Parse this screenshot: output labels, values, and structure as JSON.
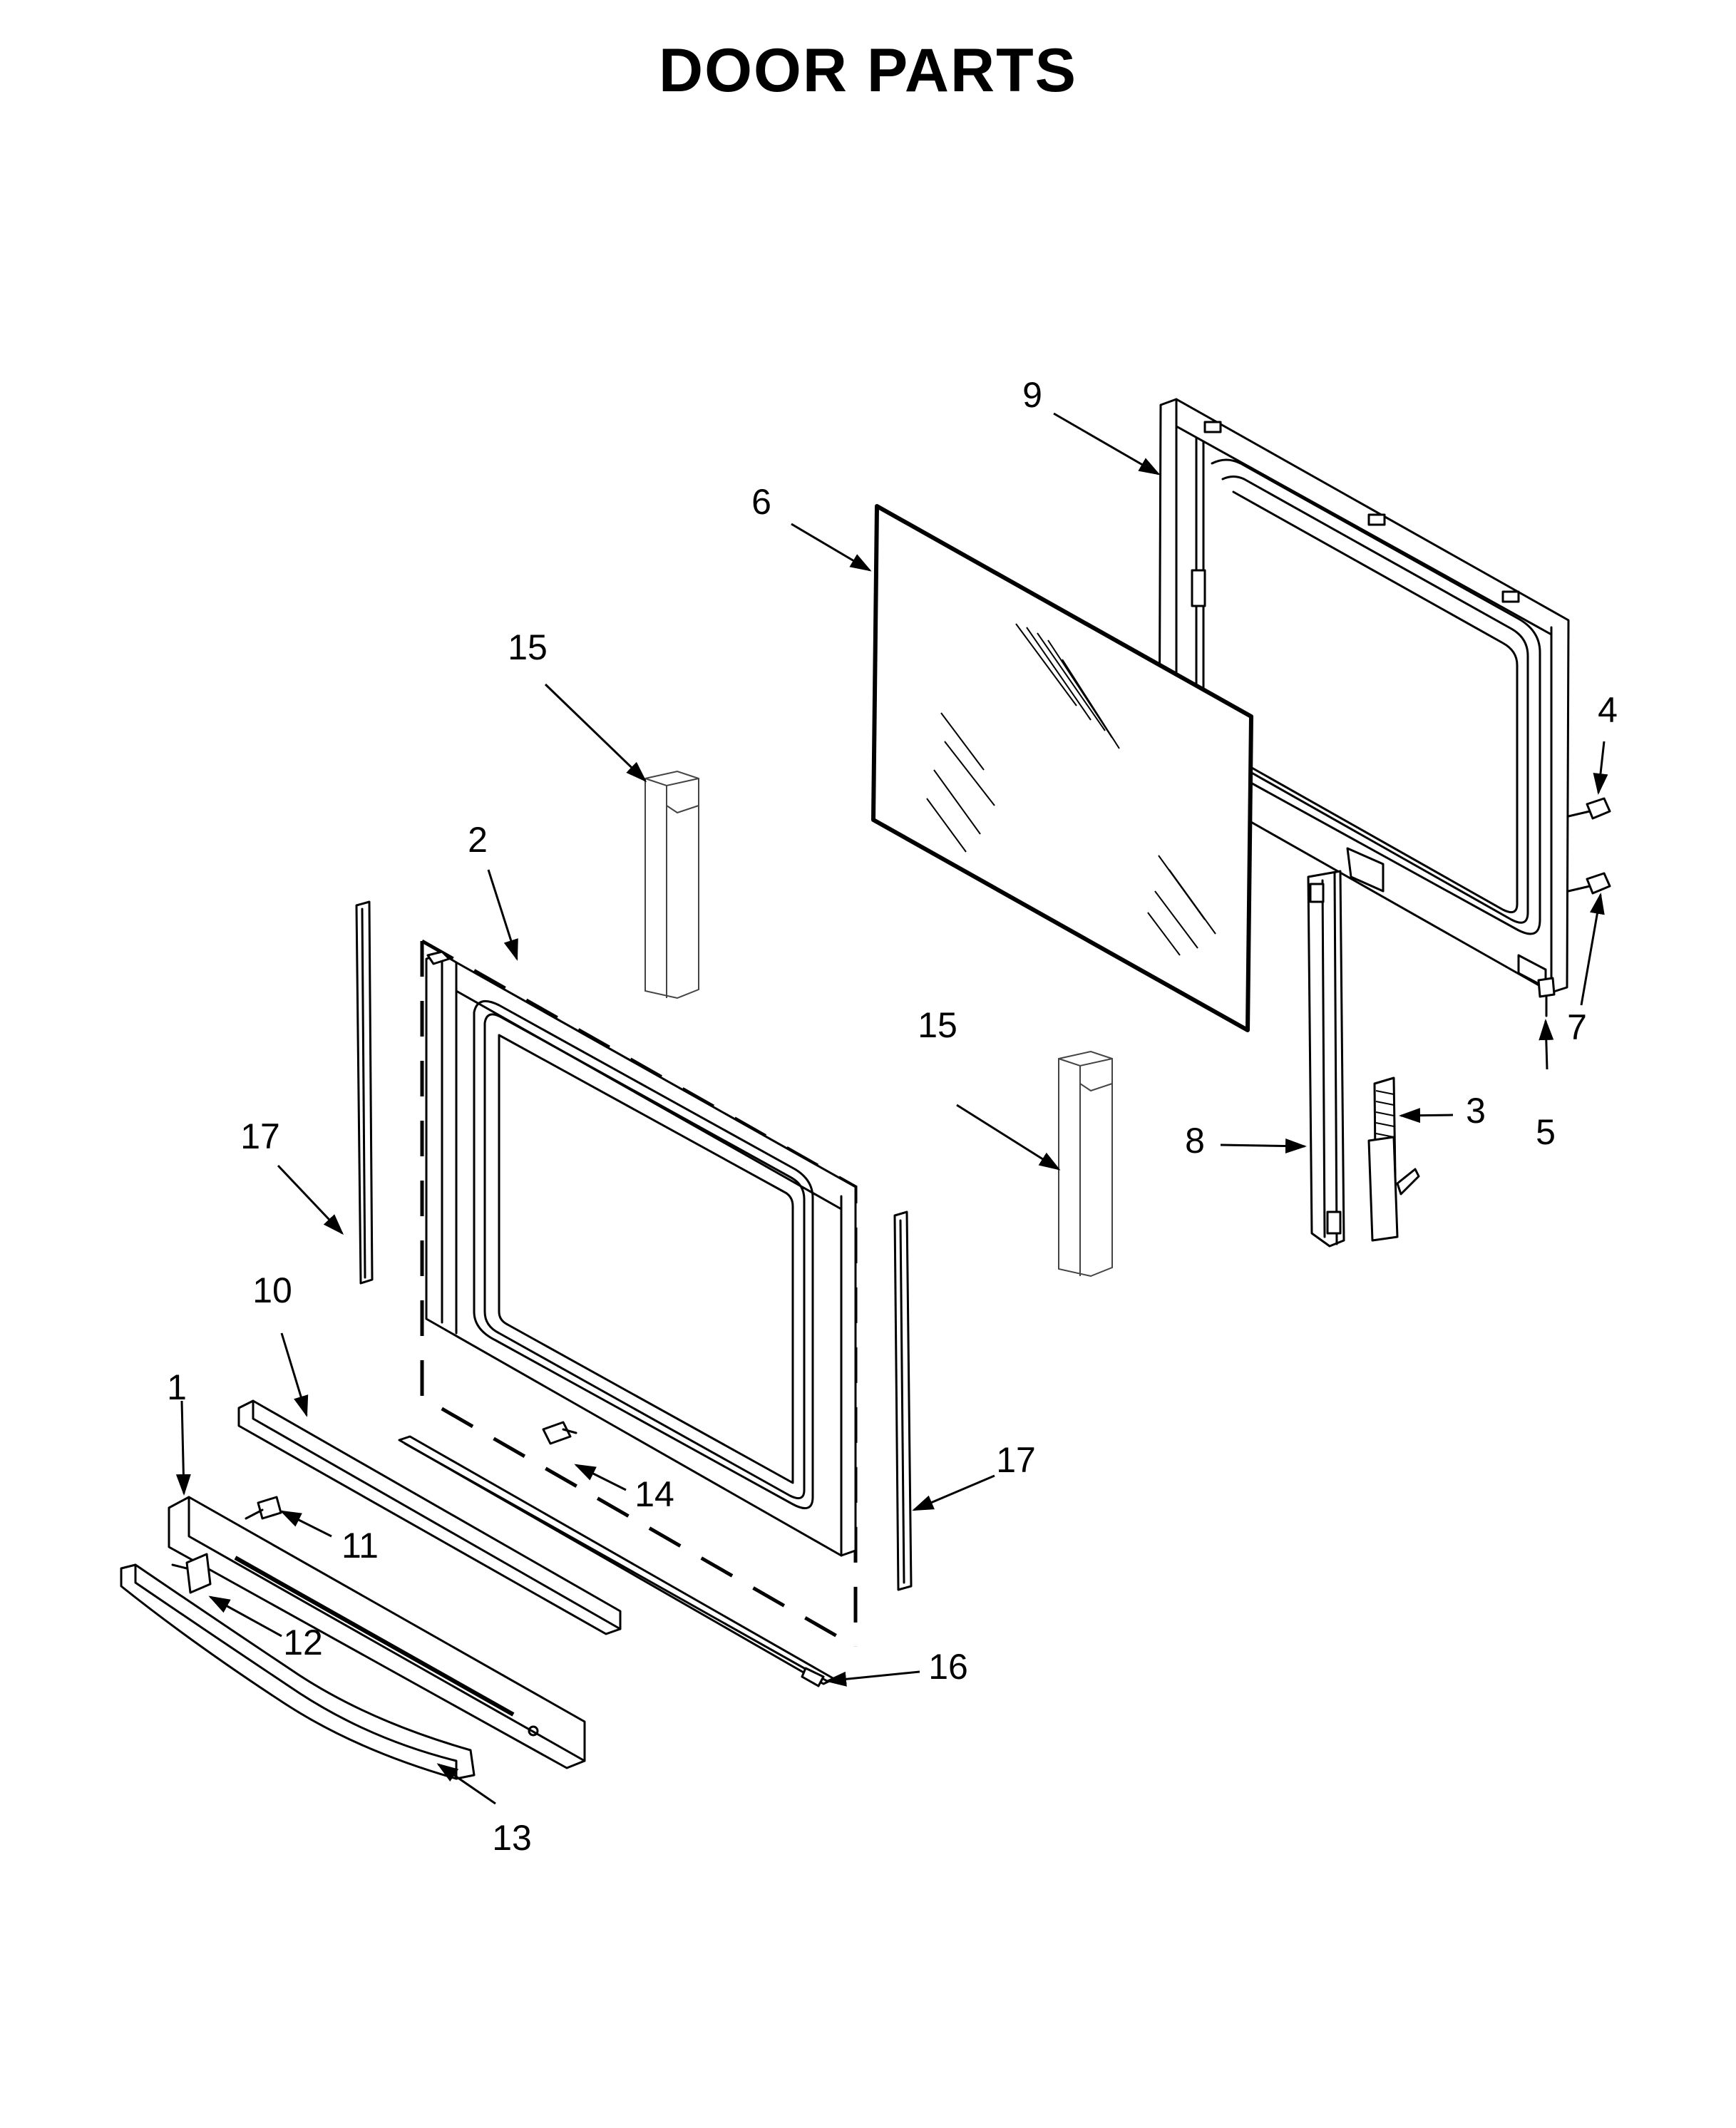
{
  "title": "DOOR PARTS",
  "callouts": [
    {
      "id": "c1",
      "label": "1"
    },
    {
      "id": "c2",
      "label": "2"
    },
    {
      "id": "c3",
      "label": "3"
    },
    {
      "id": "c4",
      "label": "4"
    },
    {
      "id": "c5",
      "label": "5"
    },
    {
      "id": "c6",
      "label": "6"
    },
    {
      "id": "c7",
      "label": "7"
    },
    {
      "id": "c8",
      "label": "8"
    },
    {
      "id": "c9",
      "label": "9"
    },
    {
      "id": "c10",
      "label": "10"
    },
    {
      "id": "c11",
      "label": "11"
    },
    {
      "id": "c12",
      "label": "12"
    },
    {
      "id": "c13",
      "label": "13"
    },
    {
      "id": "c14",
      "label": "14"
    },
    {
      "id": "c15a",
      "label": "15"
    },
    {
      "id": "c15b",
      "label": "15"
    },
    {
      "id": "c16",
      "label": "16"
    },
    {
      "id": "c17a",
      "label": "17"
    },
    {
      "id": "c17b",
      "label": "17"
    }
  ]
}
